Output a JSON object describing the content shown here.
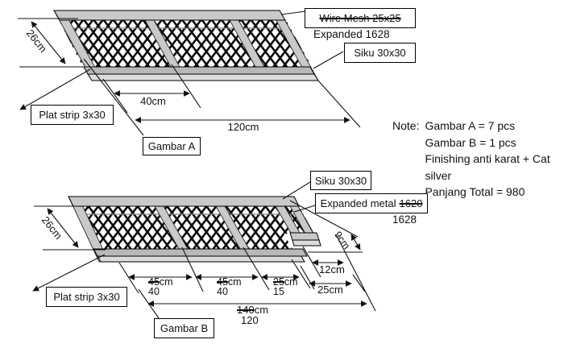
{
  "colors": {
    "line": "#111111",
    "rail_gray": "#c9c9c9",
    "rail_dark": "#b8b8b8",
    "rail_light": "#dcdcdc",
    "mesh": "#0b0b0b",
    "background": "#ffffff"
  },
  "gambar_a": {
    "caption": "Gambar A",
    "wire_mesh_label": "Wire Mesh 25x25",
    "expanded_label": "Expanded 1628",
    "siku_label": "Siku 30x30",
    "plat_strip_label": "Plat strip 3x30",
    "dim_depth": "26cm",
    "dim_segment": "40cm",
    "dim_length": "120cm"
  },
  "gambar_b": {
    "caption": "Gambar B",
    "siku_label": "Siku 30x30",
    "expanded_label_prefix": "Expanded metal",
    "expanded_old": "1620",
    "expanded_new": "1628",
    "plat_strip_label": "Plat strip 3x30",
    "dim_depth": "26cm",
    "dim_step_depth": "9cm",
    "dim_step_width": "12cm",
    "dim_end_width": "25cm",
    "segments": [
      {
        "old": "45",
        "unit": "cm",
        "new": "40"
      },
      {
        "old": "45",
        "unit": "cm",
        "new": "40"
      },
      {
        "old": "25",
        "unit": "cm",
        "new": "15"
      }
    ],
    "total": {
      "old": "140",
      "unit": "cm",
      "new": "120"
    }
  },
  "note": {
    "label": "Note:",
    "lines": [
      "Gambar A = 7 pcs",
      "Gambar B = 1 pcs",
      "Finishing anti karat + Cat silver",
      "Panjang Total = 980"
    ]
  }
}
